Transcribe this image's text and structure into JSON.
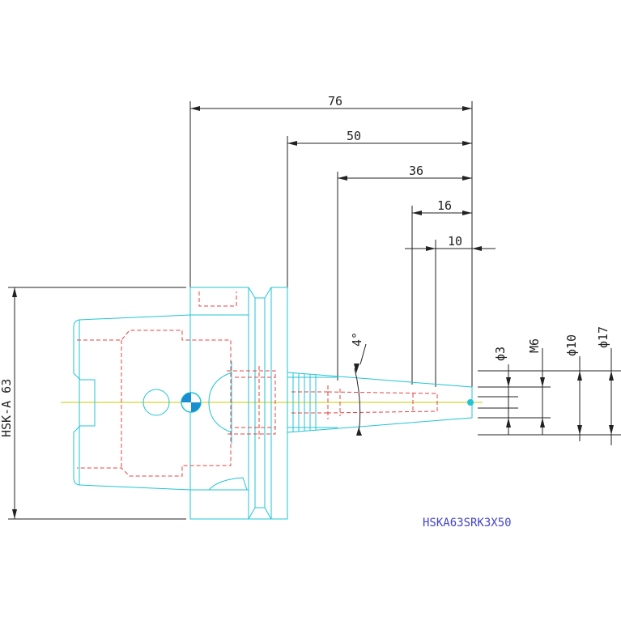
{
  "drawing": {
    "part_number": "HSKA63SRK3X50",
    "interface_label": "HSK-A 63",
    "angle_label": "4°",
    "colors": {
      "outline": "#22c4d4",
      "hidden": "#e84040",
      "center": "#c8c800",
      "dimension": "#222222",
      "part_number": "#4444cc"
    }
  },
  "dimensions": {
    "length_76": "76",
    "length_50": "50",
    "length_36": "36",
    "length_16": "16",
    "length_10": "10",
    "dia_3": "ϕ3",
    "thread_m6": "M6",
    "dia_10": "ϕ10",
    "dia_17": "ϕ17"
  }
}
